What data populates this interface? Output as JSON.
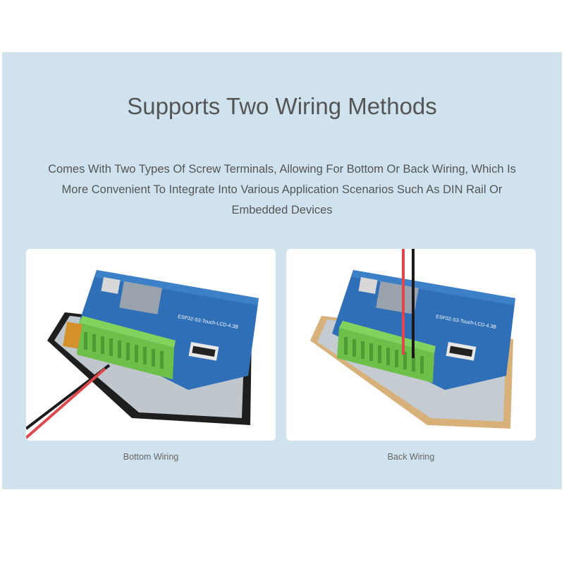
{
  "heading": "Supports Two Wiring Methods",
  "description_lines": [
    "Comes With Two Types Of Screw Terminals, Allowing For Bottom Or Back Wiring, Which Is",
    "More Convenient To Integrate Into Various Application Scenarios Such As DIN Rail Or",
    "Embedded Devices"
  ],
  "cards": [
    {
      "caption": "Bottom Wiring",
      "board_label": "ESP32-S3-Touch-LCD-4.3B"
    },
    {
      "caption": "Back Wiring",
      "board_label": "ESP32-S3-Touch-LCD-4.3B"
    }
  ],
  "colors": {
    "panel": "#cfe2ee",
    "pcb": "#2f6fb8",
    "terminal": "#6cc04a",
    "wire_red": "#e0474c",
    "wire_black": "#1a1a1a"
  }
}
